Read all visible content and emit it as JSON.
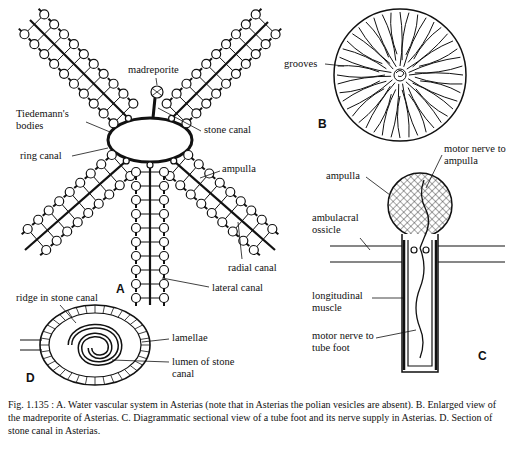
{
  "diagram": {
    "caption": "Fig. 1.135 : A. Water vascular system in Asterias (note that in Asterias the polian vesicles are absent). B. Enlarged view of the madreporite of Asterias. C. Diagrammatic sectional view of a tube foot and its nerve supply in Asterias. D. Section of stone canal in Asterias.",
    "labels": [
      "madreporite",
      "stone canal",
      "Tiedemann's bodies",
      "ring canal",
      "ampulla",
      "radial canal",
      "lateral canal",
      "A",
      "grooves",
      "B",
      "ampulla",
      "motor nerve to ampulla",
      "ambulacral ossicle",
      "longitudinal muscle",
      "motor nerve to tube foot",
      "C",
      "ridge in stone canal",
      "lamellae",
      "lumen of stone canal",
      "D"
    ]
  }
}
